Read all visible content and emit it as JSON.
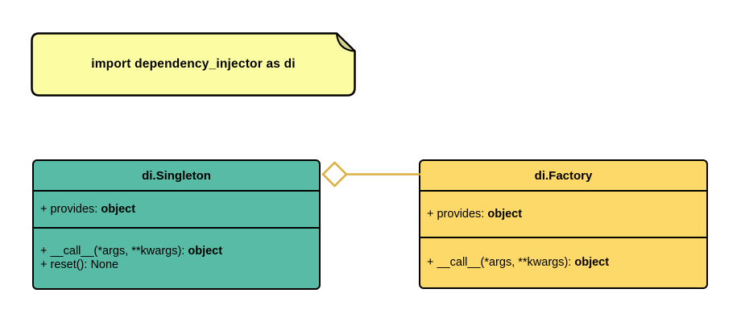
{
  "note": {
    "text": "import dependency_injector as di"
  },
  "colors": {
    "note_fill": "#fcfca2",
    "note_fold": "#d4d48a",
    "singleton_fill": "#58bba5",
    "factory_fill": "#fcd968",
    "connector": "#dcae3e",
    "border": "#000000",
    "background": "#ffffff"
  },
  "classes": [
    {
      "name": "di.Singleton",
      "attributes": [
        {
          "prefix": "+ provides: ",
          "type": "object"
        }
      ],
      "methods": [
        {
          "prefix": "+ __call__(*args, **kwargs): ",
          "type": "object"
        },
        {
          "prefix": "+ reset(): None",
          "type": ""
        }
      ]
    },
    {
      "name": "di.Factory",
      "attributes": [
        {
          "prefix": "+ provides: ",
          "type": "object"
        }
      ],
      "methods": [
        {
          "prefix": "+ __call__(*args, **kwargs): ",
          "type": "object"
        }
      ]
    }
  ],
  "connector": {
    "type": "aggregation",
    "diamond_end": "di.Singleton",
    "line_end": "di.Factory"
  }
}
